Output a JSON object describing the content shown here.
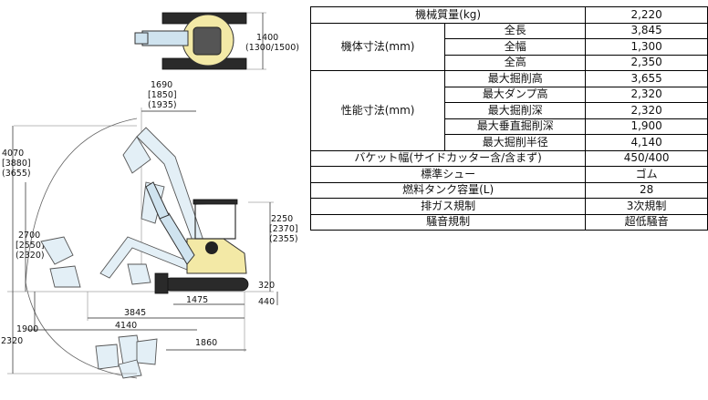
{
  "drawing": {
    "top_width": "1400",
    "top_width_alt": "(1300/1500)",
    "reach_a": "1690",
    "reach_b": "[1850]",
    "reach_c": "(1935)",
    "height_a": "4070",
    "height_b": "[3880]",
    "height_c": "(3655)",
    "mid_a": "2700",
    "mid_b": "[2550]",
    "mid_c": "(2320)",
    "right_a": "2250",
    "right_b": "[2370]",
    "right_c": "(2355)",
    "clearance": "320",
    "blade": "440",
    "track": "1475",
    "length": "3845",
    "radius": "4140",
    "tail": "1860",
    "depth_a": "1900",
    "depth_b": "2320"
  },
  "table": {
    "r1": {
      "label": "機械質量(kg)",
      "value": "2,220"
    },
    "body_dims_label": "機体寸法(mm)",
    "body_dims": [
      {
        "label": "全長",
        "value": "3,845"
      },
      {
        "label": "全幅",
        "value": "1,300"
      },
      {
        "label": "全高",
        "value": "2,350"
      }
    ],
    "perf_label": "性能寸法(mm)",
    "perf": [
      {
        "label": "最大掘削高",
        "value": "3,655"
      },
      {
        "label": "最大ダンプ高",
        "value": "2,320"
      },
      {
        "label": "最大掘削深",
        "value": "2,320"
      },
      {
        "label": "最大垂直掘削深",
        "value": "1,900"
      },
      {
        "label": "最大掘削半径",
        "value": "4,140"
      }
    ],
    "r_bucket": {
      "label": "バケット幅(サイドカッター含/含まず)",
      "value": "450/400"
    },
    "r_shoe": {
      "label": "標準シュー",
      "value": "ゴム"
    },
    "r_fuel": {
      "label": "燃料タンク容量(L)",
      "value": "28"
    },
    "r_exhaust": {
      "label": "排ガス規制",
      "value": "3次規制"
    },
    "r_noise": {
      "label": "騒音規制",
      "value": "超低騒音"
    }
  }
}
